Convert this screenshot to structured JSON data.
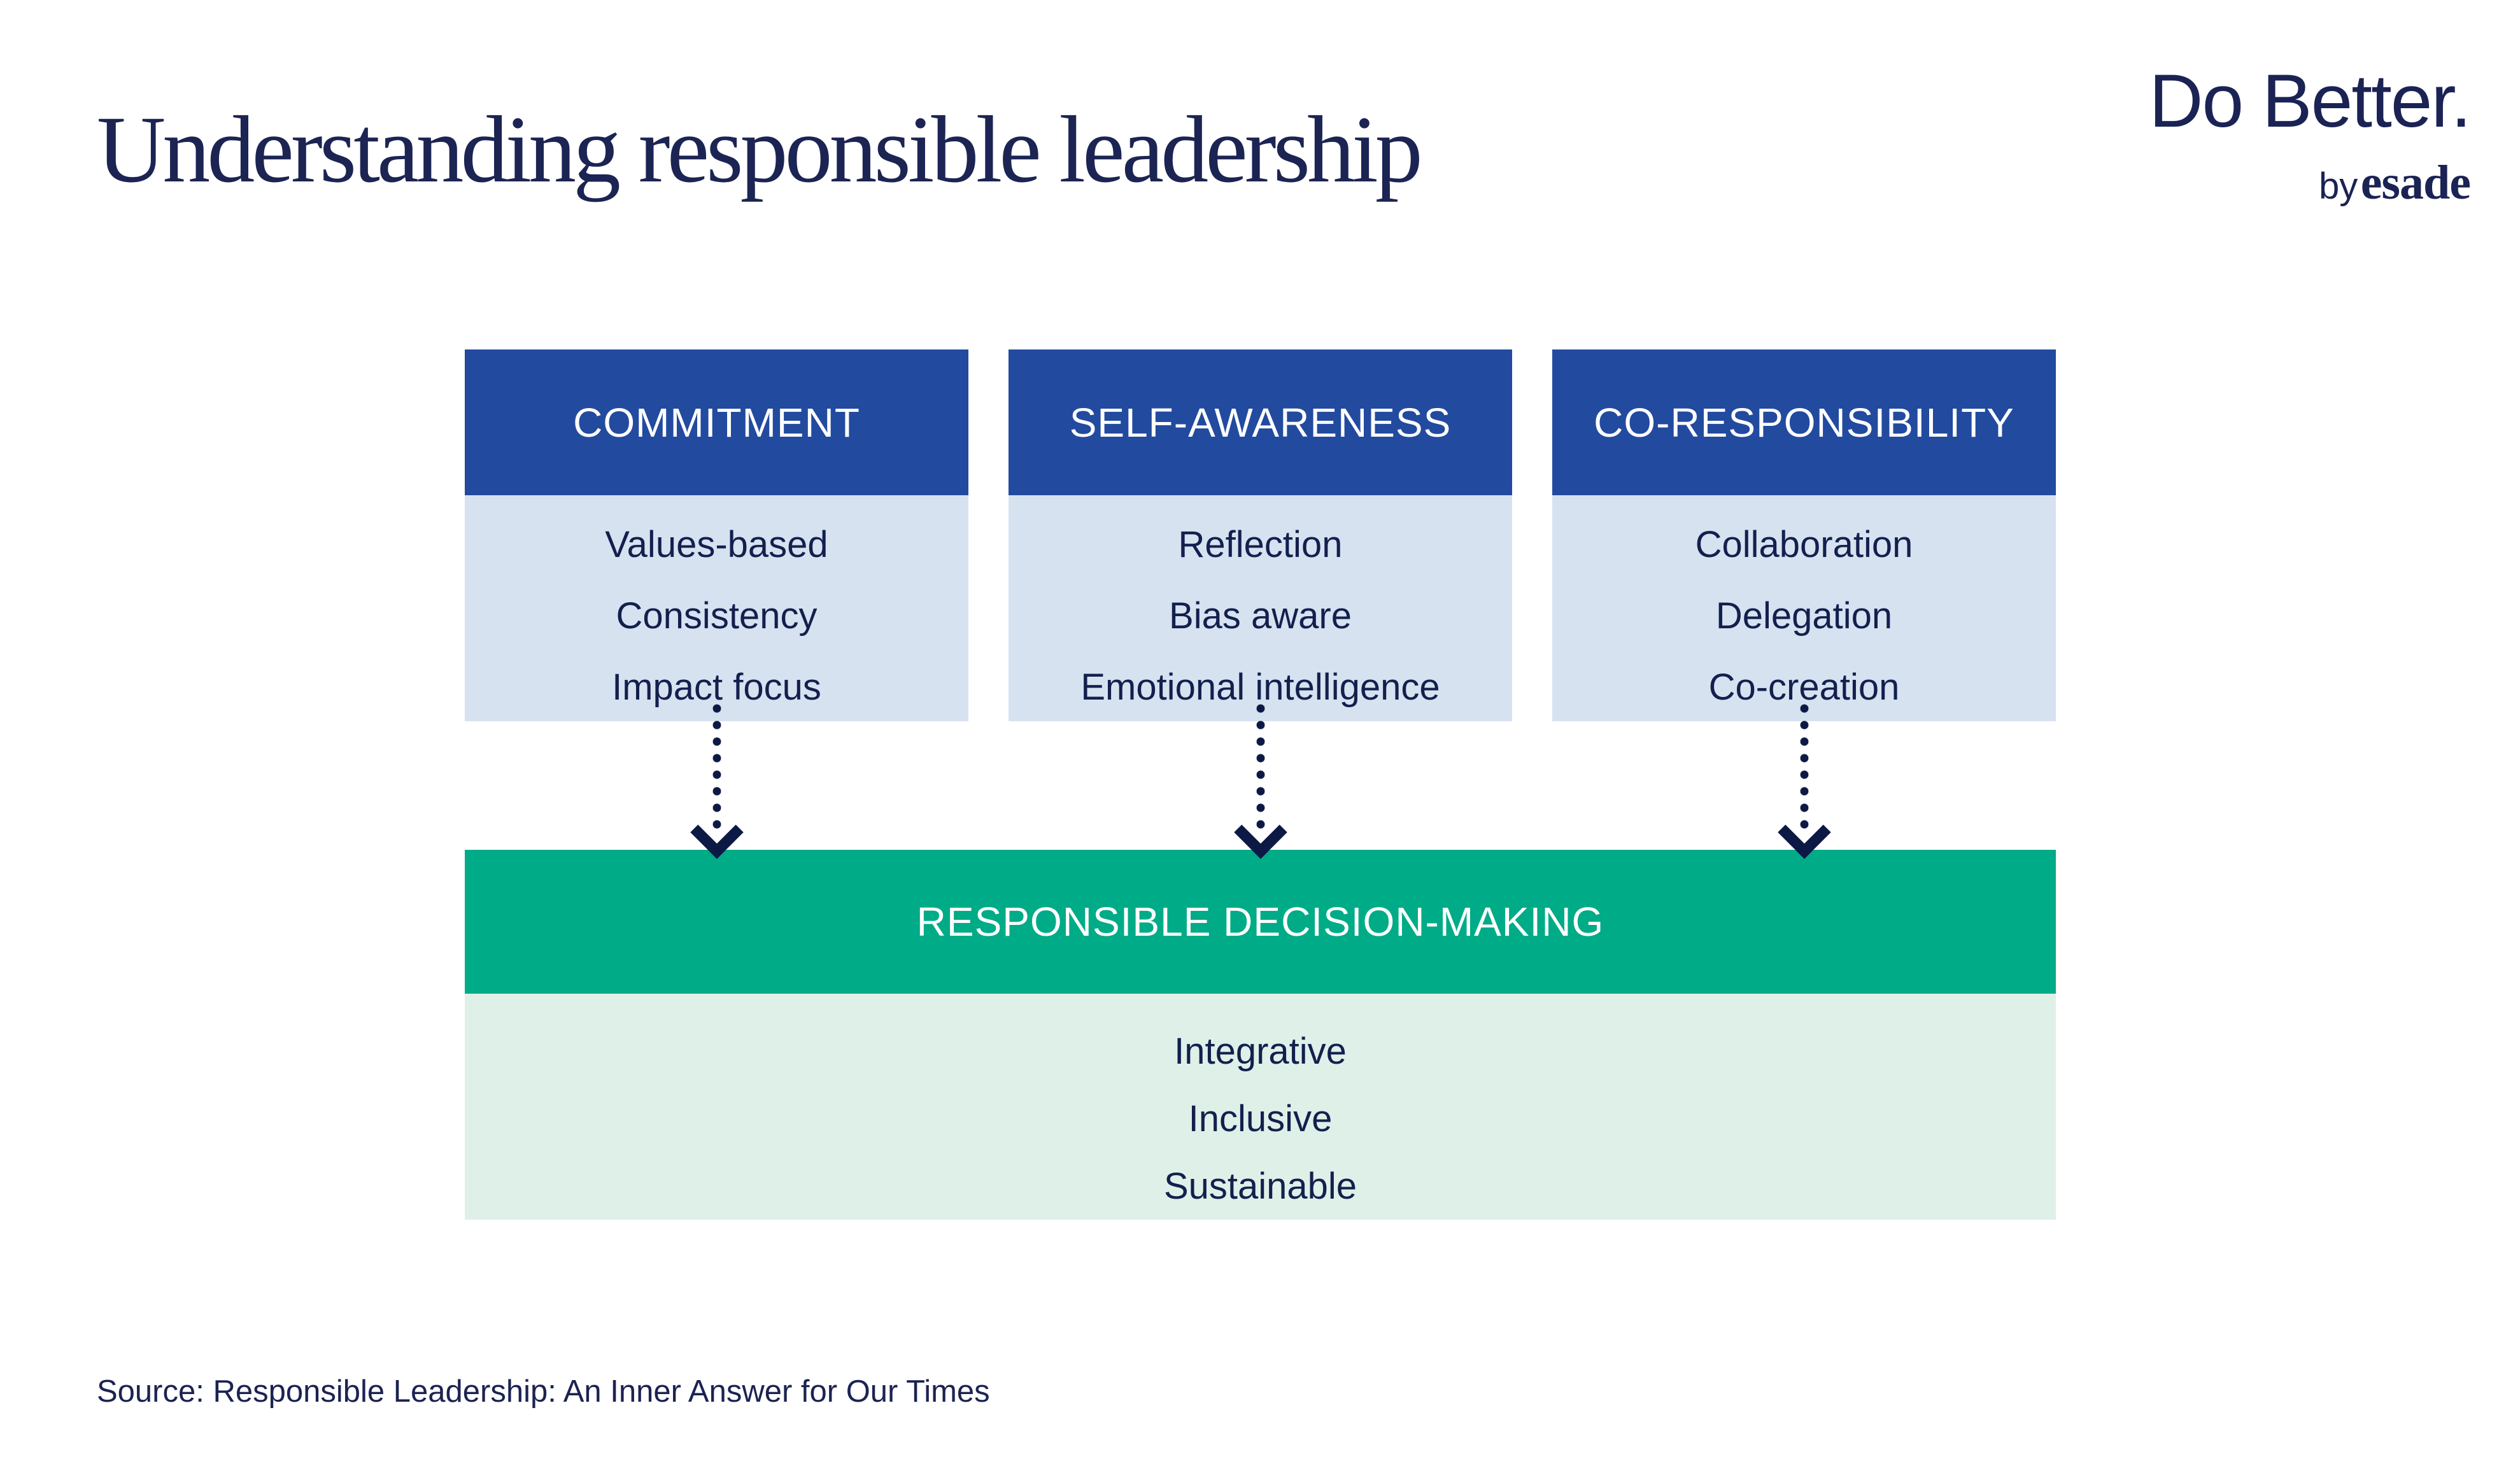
{
  "page": {
    "title": "Understanding responsible leadership",
    "source": "Source: Responsible Leadership: An Inner Answer for Our Times"
  },
  "brand": {
    "wordmark": "Do Better.",
    "byline_prefix": "by",
    "byline_name": "esade"
  },
  "colors": {
    "pillar_header_blue": "#224a9f",
    "pillar_body_light_blue": "#d6e2f0",
    "outcome_green": "#00ab87",
    "outcome_body_light_green": "#dff0e8",
    "text_navy": "#13204e",
    "arrow_navy": "#0d1945",
    "background": "#ffffff"
  },
  "diagram": {
    "pillars": [
      {
        "title": "COMMITMENT",
        "items": [
          "Values-based",
          "Consistency",
          "Impact focus"
        ]
      },
      {
        "title": "SELF-AWARENESS",
        "items": [
          "Reflection",
          "Bias aware",
          "Emotional intelligence"
        ]
      },
      {
        "title": "CO-RESPONSIBILITY",
        "items": [
          "Collaboration",
          "Delegation",
          "Co-creation"
        ]
      }
    ],
    "arrow_icon": "dotted-arrow-down",
    "outcome": {
      "title": "RESPONSIBLE DECISION-MAKING",
      "items": [
        "Integrative",
        "Inclusive",
        "Sustainable"
      ]
    }
  }
}
